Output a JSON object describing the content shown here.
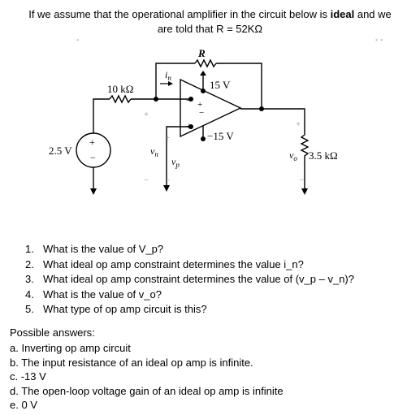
{
  "intro": {
    "part1": "If we assume that the operational amplifier in the circuit below is ",
    "bold": "ideal",
    "part2": " and we",
    "line2": "are told that R = 52KΩ"
  },
  "circuit": {
    "feedback_resistor_label": "R",
    "current_label": "i",
    "current_subscript": "n",
    "input_resistor_label": "10 kΩ",
    "positive_supply_label": "15 V",
    "negative_supply_label": "−15 V",
    "source_label": "2.5 V",
    "vn_label": "v",
    "vn_subscript": "n",
    "vp_label": "v",
    "vp_subscript": "p",
    "vo_label": "v",
    "vo_subscript": "o",
    "load_resistor_label": "3.5 kΩ",
    "minus_sign": "−",
    "plus_sign": "+"
  },
  "questions": [
    {
      "num": "1.",
      "text": "What is the value of V_p?"
    },
    {
      "num": "2.",
      "text": "What ideal op amp constraint determines the value i_n?"
    },
    {
      "num": "3.",
      "text": "What ideal op amp constraint determines the value of (v_p – v_n)?"
    },
    {
      "num": "4.",
      "text": "What is the value of v_o?"
    },
    {
      "num": "5.",
      "text": "What type of op amp circuit is this?"
    }
  ],
  "answers_title": "Possible answers:",
  "answers": [
    "a. Inverting op amp circuit",
    "b. The input resistance of an ideal op amp is infinite.",
    "c. -13 V",
    "d. The open-loop voltage gain of an ideal op amp is infinite",
    "e. 0 V"
  ]
}
